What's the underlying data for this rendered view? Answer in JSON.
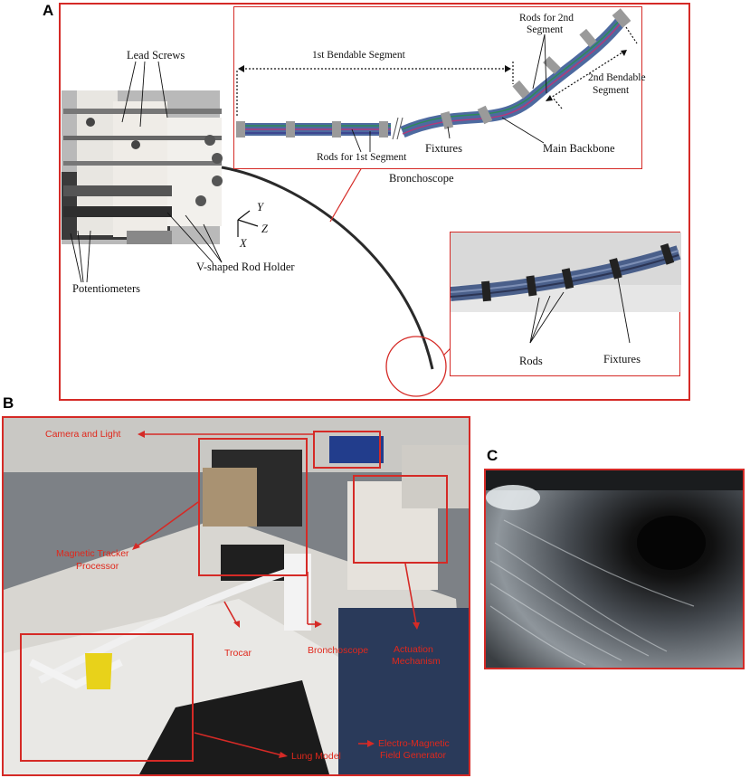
{
  "panels": {
    "a": "A",
    "b": "B",
    "c": "C"
  },
  "panel_a": {
    "labels": {
      "lead_screws": "Lead Screws",
      "potentiometers": "Potentiometers",
      "v_rod_holder": "V-shaped Rod Holder",
      "bronchoscope": "Bronchoscope",
      "axis_y": "Y",
      "axis_z": "Z",
      "axis_x": "X"
    },
    "inset_top": {
      "first_segment": "1st Bendable Segment",
      "rods_2nd_line1": "Rods for 2nd",
      "rods_2nd_line2": "Segment",
      "second_segment_line1": "2nd Bendable",
      "second_segment_line2": "Segment",
      "rods_1st": "Rods for 1st Segment",
      "fixtures": "Fixtures",
      "main_backbone": "Main Backbone"
    },
    "inset_bottom": {
      "rods": "Rods",
      "fixtures": "Fixtures"
    }
  },
  "panel_b": {
    "labels": {
      "camera_light": "Camera and Light",
      "tracker_line1": "Magnetic Tracker",
      "tracker_line2": "Processor",
      "trocar": "Trocar",
      "bronchoscope": "Bronchoscope",
      "actuation_line1": "Actuation",
      "actuation_line2": "Mechanism",
      "lung_model": "Lung Model",
      "field_line1": "Electro-Magnetic",
      "field_line2": "Field Generator"
    }
  },
  "colors": {
    "frame_red": "#d52a26",
    "label_red": "#e0281c"
  }
}
